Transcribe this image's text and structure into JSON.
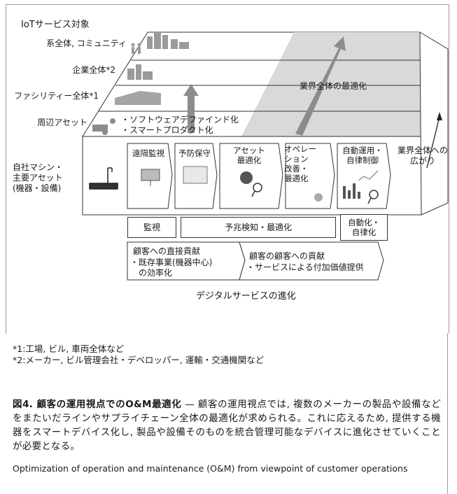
{
  "diagram": {
    "top_label": "IoTサービス対象",
    "levels": [
      "系全体, コミュニティ",
      "企業全体*2",
      "ファシリティー全体*1",
      "周辺アセット"
    ],
    "side_label": "自社マシン・\n主要アセット\n(機器・設備)",
    "bullets": [
      "・ソフトウェアデファインド化",
      "・スマートプロダクト化"
    ],
    "plane_label": "業界全体の最適化",
    "spread_label": "業界全体への\n広がり",
    "cards": [
      "遠隔監視",
      "予防保守",
      "アセット\n最適化",
      "オペレー\nション\n改善・\n最適化",
      "自動運用・\n自律制御"
    ],
    "bars": [
      "監視",
      "予兆検知・最適化",
      "自動化・\n自律化"
    ],
    "contrib_left": {
      "title": "顧客への直接貢献",
      "line1": "・既存事業(機器中心)",
      "line2": "の効率化"
    },
    "contrib_right": {
      "title": "顧客の顧客への貢献",
      "line1": "・サービスによる付加価値提供"
    },
    "bottom_label": "デジタルサービスの進化"
  },
  "footnotes": [
    "*1:工場, ビル, 車両全体など",
    "*2:メーカー, ビル管理会社・デベロッパー, 運輸・交通機関など"
  ],
  "caption": {
    "title": "図4. 顧客の運用視点でのO&M最適化",
    "body": " — 顧客の運用視点では, 複数のメーカーの製品や設備などをまたいだラインやサプライチェーン全体の最適化が求められる。これに応えるため, 提供する機器をスマートデバイス化し, 製品や設備そのものを統合管理可能なデバイスに進化させていくことが必要となる。",
    "english": "Optimization of operation and maintenance (O&M) from viewpoint of customer operations"
  },
  "colors": {
    "plane_gray": "#d9d9d9",
    "arrow_gray": "#8c8c8c",
    "line": "#333333"
  }
}
